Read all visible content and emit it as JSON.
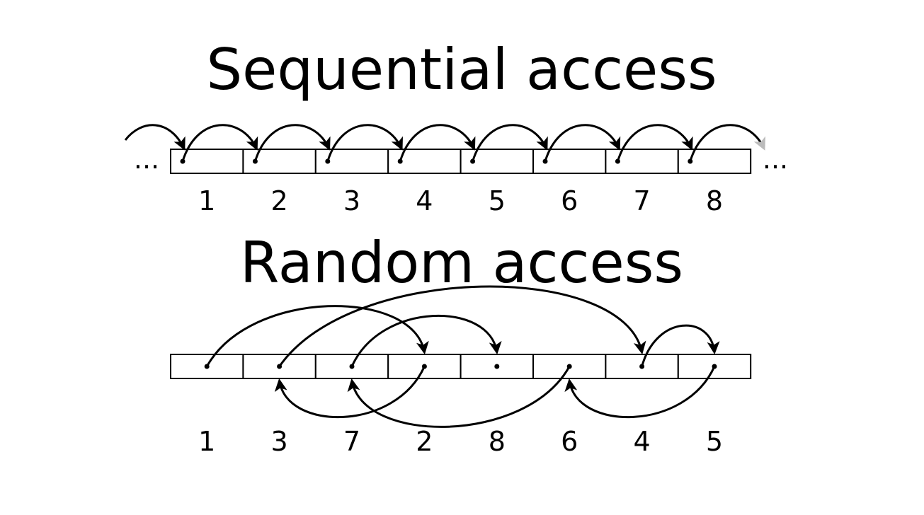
{
  "sequential": {
    "title": "Sequential access",
    "ellipsis_left": "...",
    "ellipsis_right": "...",
    "cell_labels": [
      "1",
      "2",
      "3",
      "4",
      "5",
      "6",
      "7",
      "8"
    ]
  },
  "random": {
    "title": "Random access",
    "cell_labels": [
      "1",
      "3",
      "7",
      "2",
      "8",
      "6",
      "4",
      "5"
    ]
  },
  "colors": {
    "stroke": "#000000",
    "fade": "#bbbbbb",
    "background": "#ffffff"
  }
}
